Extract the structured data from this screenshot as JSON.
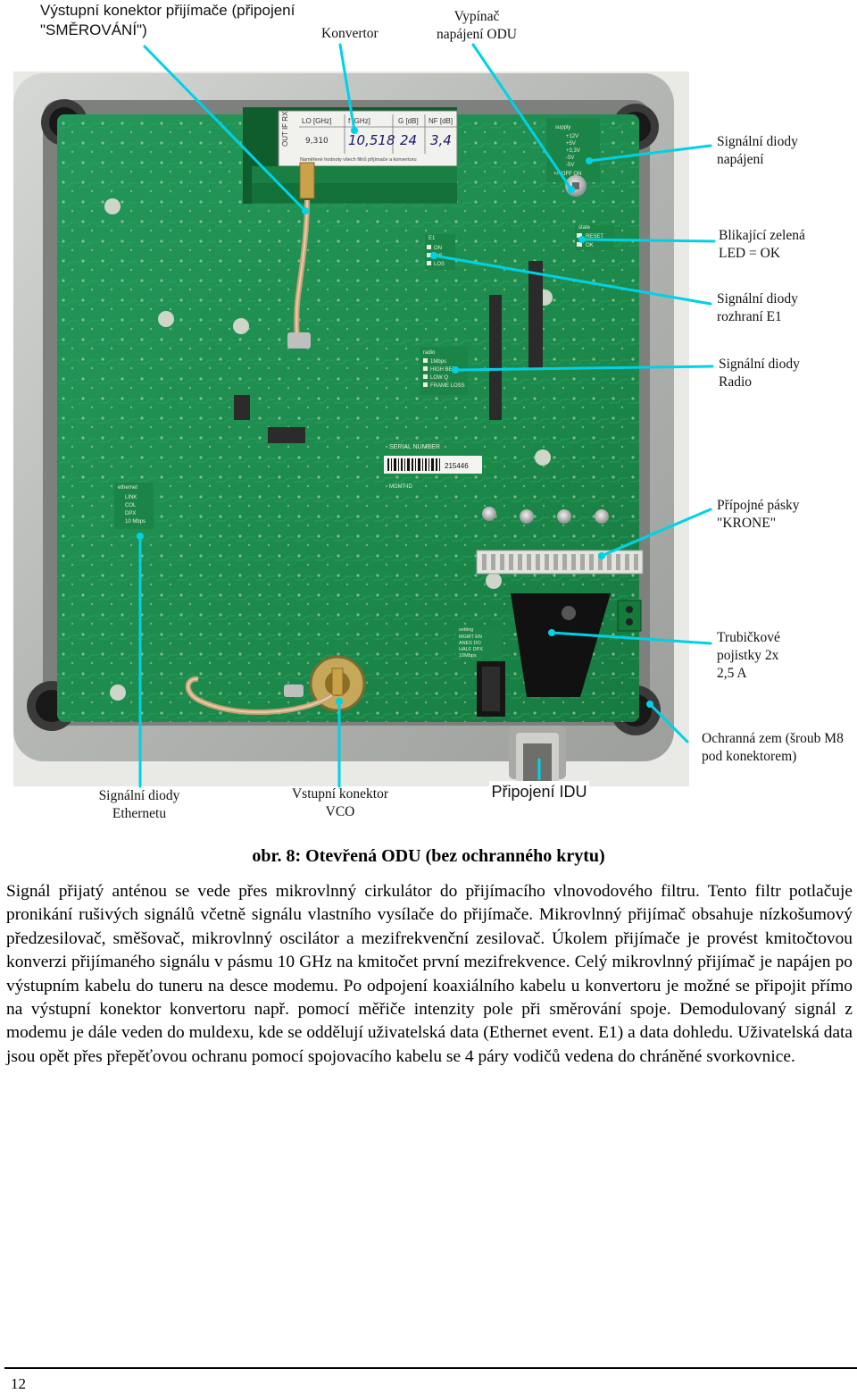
{
  "labels": {
    "receiver_output_connector": "Výstupní konektor přijímače (připojení \"SMĚROVÁNÍ\")",
    "converter": "Konvertor",
    "odu_power_switch": "Vypínač napájení ODU",
    "power_signal_leds": "Signální diody napájení",
    "blinking_green_led": "Blikající zelená LED = OK",
    "e1_signal_leds": "Signální diody rozhraní E1",
    "radio_signal_leds": "Signální diody Radio",
    "krone_strips": "Přípojné pásky \"KRONE\"",
    "tube_fuses": "Trubičkové pojistky 2x 2,5 A",
    "protective_ground": "Ochranná zem (šroub M8 pod konektorem)",
    "ethernet_signal_leds": "Signální diody Ethernetu",
    "vco_input_connector": "Vstupní konektor VCO",
    "idu_connection": "Připojení IDU"
  },
  "board_text": {
    "converter_label_headers": [
      "LO [GHz]",
      "f [GHz]",
      "G [dB]",
      "NF [dB]"
    ],
    "converter_label_values": [
      "9,310",
      "10,518",
      "24",
      "3,4"
    ],
    "converter_label_side": "OUT IF RX",
    "converter_label_note": "Naměřené hodnoty všech filtrů přijímače a konvertoru",
    "supply_silk": [
      "supply",
      "+12V",
      "+5V",
      "+3,3V",
      "-5V",
      "-5V",
      "+/- OFF ON"
    ],
    "state_silk": [
      "state",
      "RESET",
      "OK"
    ],
    "e1_silk": [
      "E1",
      "ON",
      "AIS",
      "LOS"
    ],
    "radio_silk": [
      "radio",
      "1Mbps",
      "HIGH BER",
      "LOW Q",
      "FRAME LOSS"
    ],
    "serial_silk": "SERIAL NUMBER",
    "serial_number": "215446",
    "mgmt_silk": "MGMT ID",
    "setting_silk": [
      "setting",
      "MGMT EN",
      "ANES DO",
      "HALF DPX",
      "10Mbps"
    ],
    "ethernet_silk": [
      "ethernet",
      "LINK",
      "COL",
      "DPX",
      "10 Mbps"
    ]
  },
  "caption": "obr. 8: Otevřená ODU (bez ochranného krytu)",
  "paragraph": "Signál přijatý anténou se vede přes mikrovlnný cirkulátor do přijímacího vlnovodového filtru. Tento filtr potlačuje pronikání rušivých signálů včetně signálu vlastního vysílače do přijímače. Mikrovlnný přijímač obsahuje nízkošumový předzesilovač, směšovač, mikrovlnný oscilátor a mezifrekvenční zesilovač. Úkolem přijímače je provést kmitočtovou konverzi přijímaného signálu v pásmu 10 GHz na kmitočet první mezifrekvence. Celý mikrovlnný přijímač je napájen po výstupním kabelu do tuneru na desce modemu. Po odpojení koaxiálního kabelu u konvertoru je možné se připojit přímo na výstupní konektor konvertoru např. pomocí měřiče intenzity pole při směrování spoje. Demodulovaný signál z modemu je dále veden do muldexu, kde se oddělují uživatelská data (Ethernet event. E1) a data dohledu. Uživatelská data jsou opět přes přepěťovou ochranu pomocí spojovacího kabelu se 4 páry vodičů vedena do chráněné svorkovnice.",
  "page_number": "12",
  "colors": {
    "pcb": "#1f8a4a",
    "pcb_dark": "#126b36",
    "enclosure": "#b7b9b6",
    "leader_line": "#00d2e6"
  }
}
